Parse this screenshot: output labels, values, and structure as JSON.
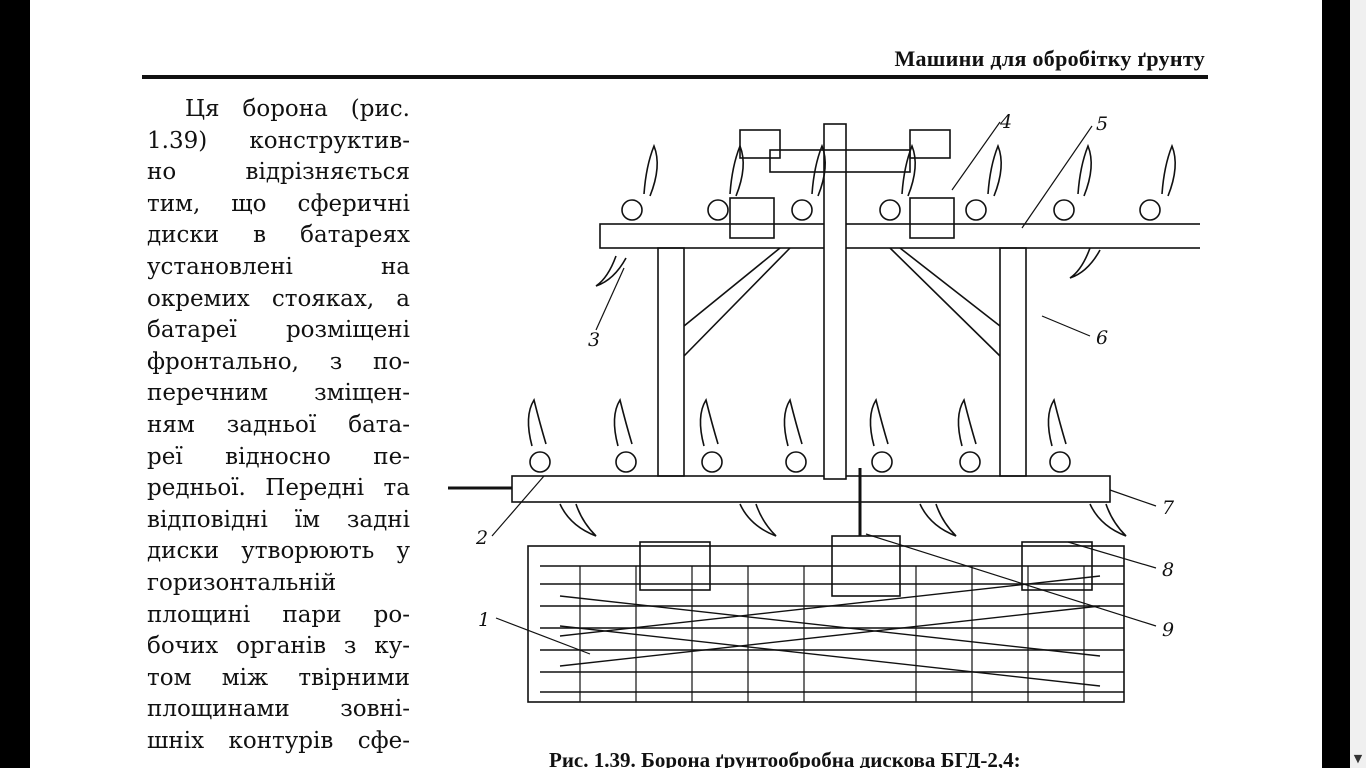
{
  "header": {
    "running_title": "Машини для обробітку ґрунту"
  },
  "body": {
    "lines": [
      "Ця борона (рис.",
      "1.39) конструктив-",
      "но відрізняється",
      "тим, що сферичні",
      "диски в батареях",
      "установлені на",
      "окремих стояках, а",
      "батареї розміщені",
      "фронтально, з по-",
      "перечним зміщен-",
      "ням задньої бата-",
      "реї відносно пе-",
      "редньої. Передні та",
      "відповідні їм задні",
      "диски утворюють у",
      "горизонтальній",
      "площині пари ро-",
      "бочих органів з ку-",
      "том між твірними",
      "площинами зовні-",
      "шніх контурів сфе-"
    ]
  },
  "figure": {
    "labels": {
      "l1": "1",
      "l2": "2",
      "l3": "3",
      "l4": "4",
      "l5": "5",
      "l6": "6",
      "l7": "7",
      "l8": "8",
      "l9": "9"
    },
    "caption": "Рис. 1.39. Борона ґрунтообробна дискова БГД-2,4:"
  },
  "scrollbar": {
    "down_arrow_icon": "chevron-down-icon"
  }
}
